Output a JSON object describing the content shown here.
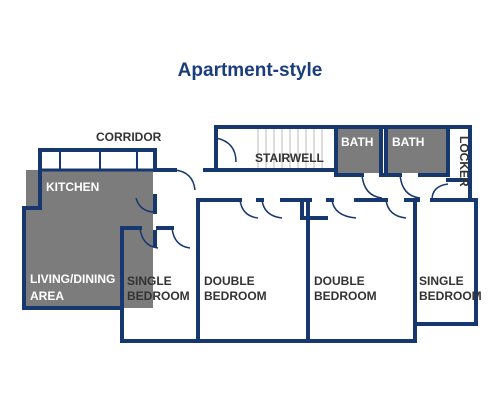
{
  "title": "Apartment-style",
  "colors": {
    "wall": "#16386f",
    "shaded_room": "#7c7c7c",
    "floor": "#ffffff",
    "label_dark": "#333333",
    "label_light": "#ffffff",
    "title": "#1a3d7c"
  },
  "rooms": {
    "corridor": "CORRIDOR",
    "kitchen": "KITCHEN",
    "living_line1": "LIVING/DINING",
    "living_line2": "AREA",
    "stairwell": "STAIRWELL",
    "bath1": "BATH",
    "bath2": "BATH",
    "locker": "LOCKER",
    "single_left_line1": "SINGLE",
    "single_left_line2": "BEDROOM",
    "double_left_line1": "DOUBLE",
    "double_left_line2": "BEDROOM",
    "double_right_line1": "DOUBLE",
    "double_right_line2": "BEDROOM",
    "single_right_line1": "SINGLE",
    "single_right_line2": "BEDROOM"
  }
}
